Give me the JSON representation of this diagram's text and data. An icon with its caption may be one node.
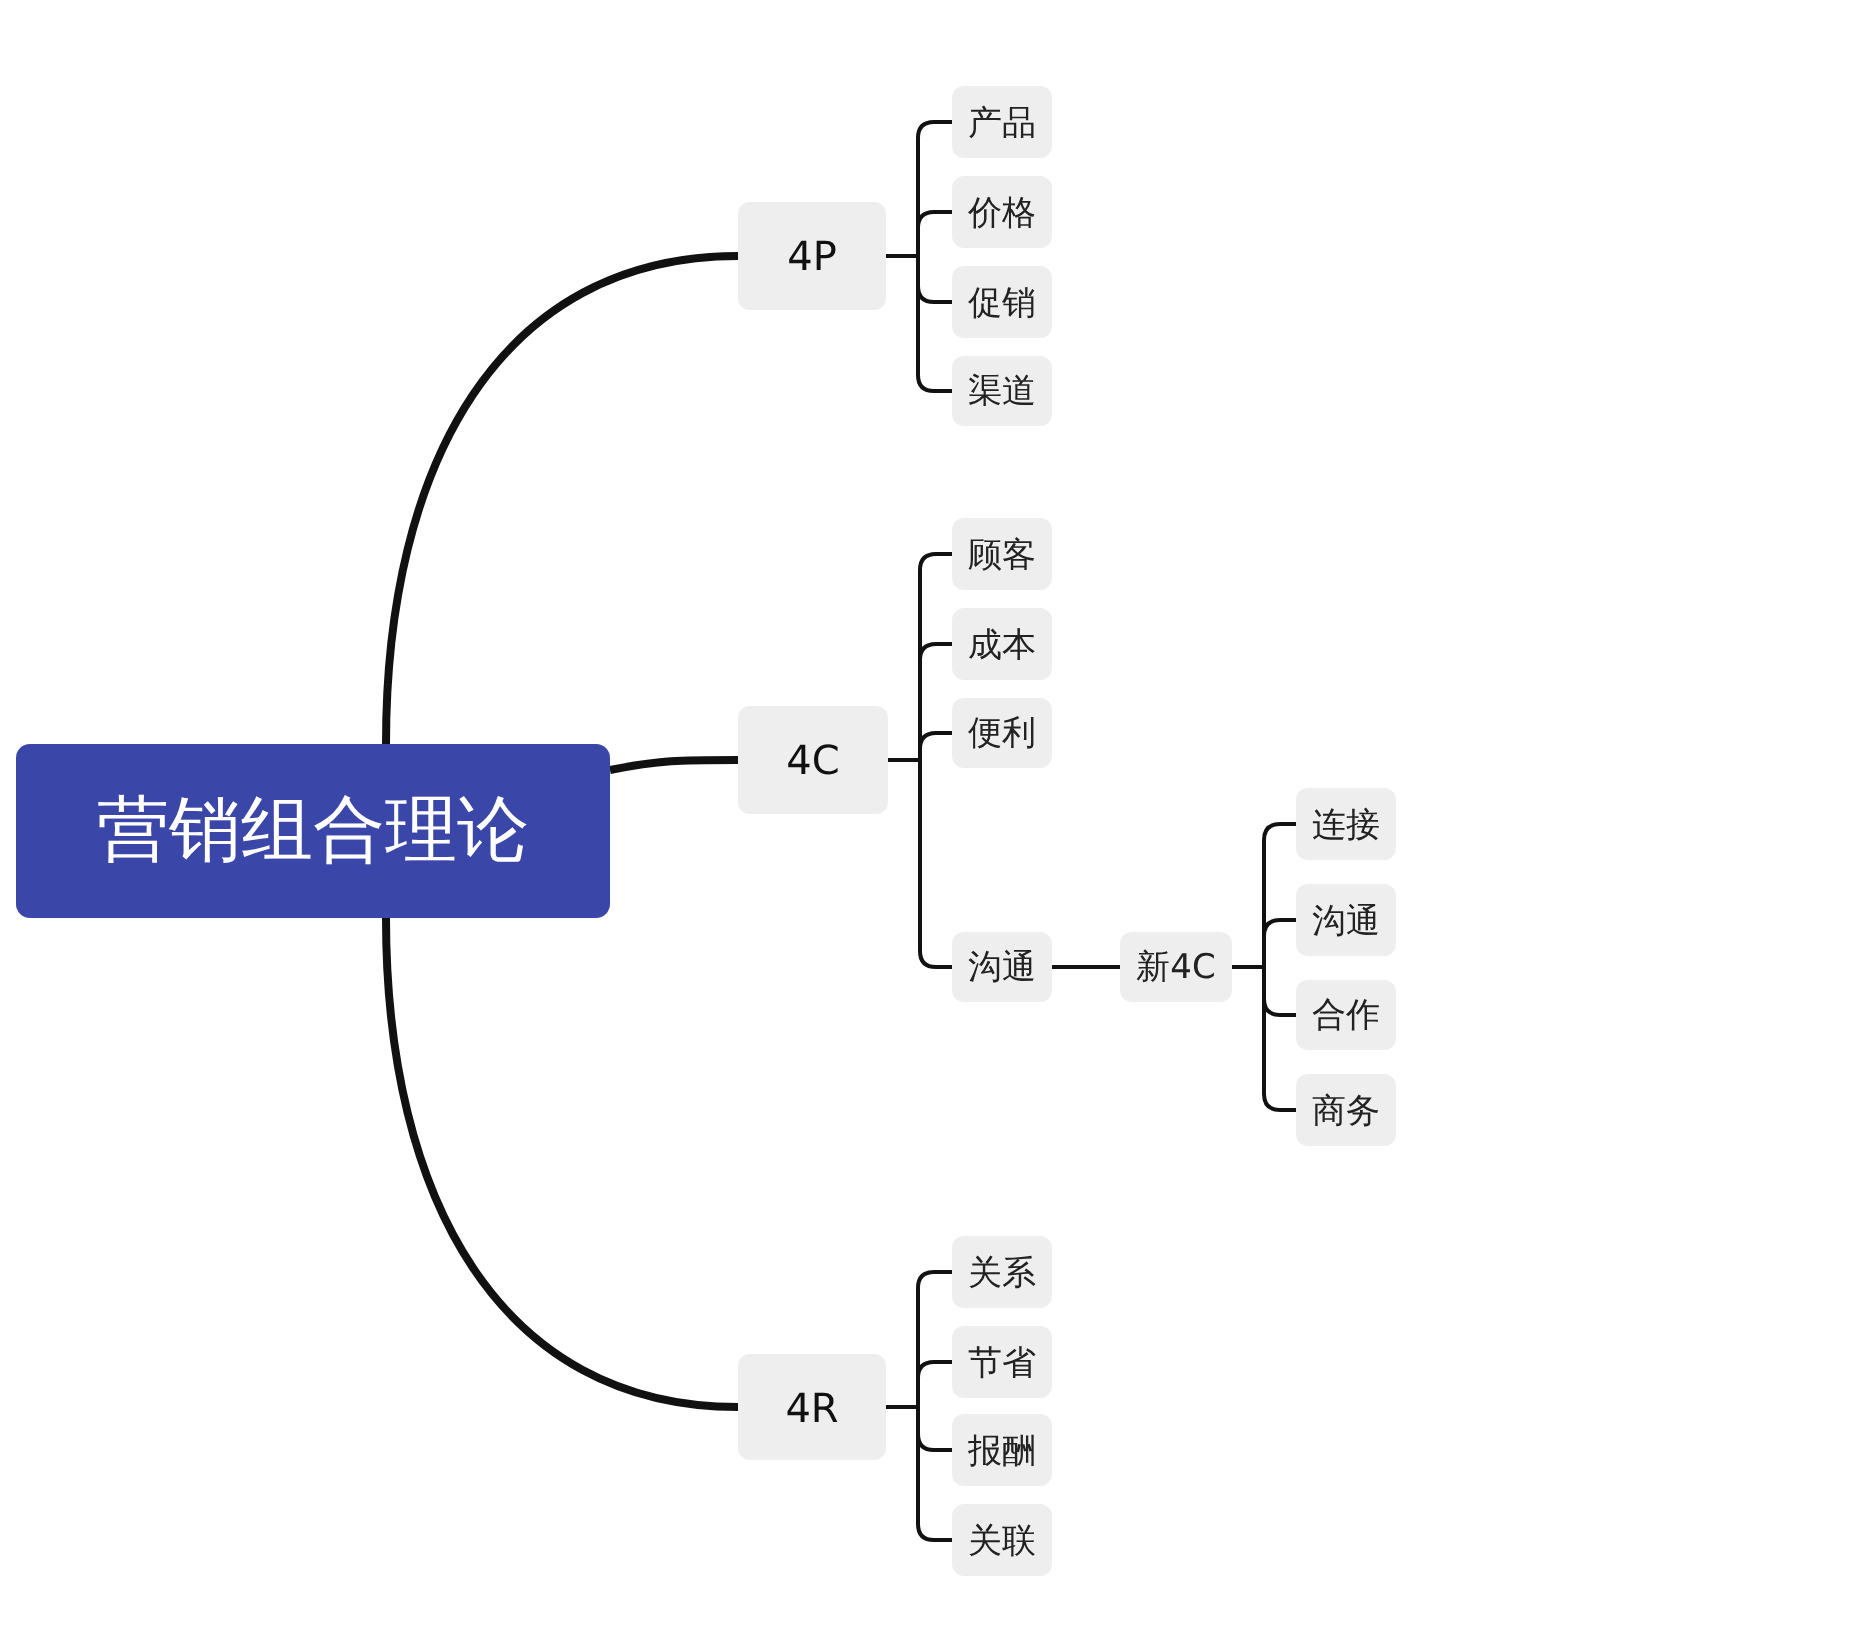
{
  "diagram": {
    "nodes": [
      {
        "text": [
          "营销组合理论"
        ]
      },
      {
        "text": [
          "4P"
        ]
      },
      {
        "text": [
          "产品"
        ]
      },
      {
        "text": [
          "价格"
        ]
      },
      {
        "text": [
          "促销"
        ]
      },
      {
        "text": [
          "渠道"
        ]
      },
      {
        "text": [
          "4C"
        ]
      },
      {
        "text": [
          "顾客"
        ]
      },
      {
        "text": [
          "成本"
        ]
      },
      {
        "text": [
          "便利"
        ]
      },
      {
        "text": [
          "沟通"
        ]
      },
      {
        "text": [
          "新4C"
        ]
      },
      {
        "text": [
          "连接"
        ]
      },
      {
        "text": [
          "沟通"
        ]
      },
      {
        "text": [
          "合作"
        ]
      },
      {
        "text": [
          "商务"
        ]
      },
      {
        "text": [
          "4R"
        ]
      },
      {
        "text": [
          "关系"
        ]
      },
      {
        "text": [
          "节省"
        ]
      },
      {
        "text": [
          "报酬"
        ]
      },
      {
        "text": [
          "关联"
        ]
      }
    ],
    "edges": [
      {
        "from": 0,
        "to": 1,
        "arrow": "none",
        "style": "thick"
      },
      {
        "from": 0,
        "to": 6,
        "arrow": "none",
        "style": "thick"
      },
      {
        "from": 0,
        "to": 16,
        "arrow": "none",
        "style": "thick"
      },
      {
        "from": 1,
        "to": 2,
        "arrow": "none"
      },
      {
        "from": 1,
        "to": 3,
        "arrow": "none"
      },
      {
        "from": 1,
        "to": 4,
        "arrow": "none"
      },
      {
        "from": 1,
        "to": 5,
        "arrow": "none"
      },
      {
        "from": 6,
        "to": 7,
        "arrow": "none"
      },
      {
        "from": 6,
        "to": 8,
        "arrow": "none"
      },
      {
        "from": 6,
        "to": 9,
        "arrow": "none"
      },
      {
        "from": 6,
        "to": 10,
        "arrow": "none"
      },
      {
        "from": 10,
        "to": 11,
        "arrow": "none"
      },
      {
        "from": 11,
        "to": 12,
        "arrow": "none"
      },
      {
        "from": 11,
        "to": 13,
        "arrow": "none"
      },
      {
        "from": 11,
        "to": 14,
        "arrow": "none"
      },
      {
        "from": 11,
        "to": 15,
        "arrow": "none"
      },
      {
        "from": 16,
        "to": 17,
        "arrow": "none"
      },
      {
        "from": 16,
        "to": 18,
        "arrow": "none"
      },
      {
        "from": 16,
        "to": 19,
        "arrow": "none"
      },
      {
        "from": 16,
        "to": 20,
        "arrow": "none"
      }
    ]
  }
}
